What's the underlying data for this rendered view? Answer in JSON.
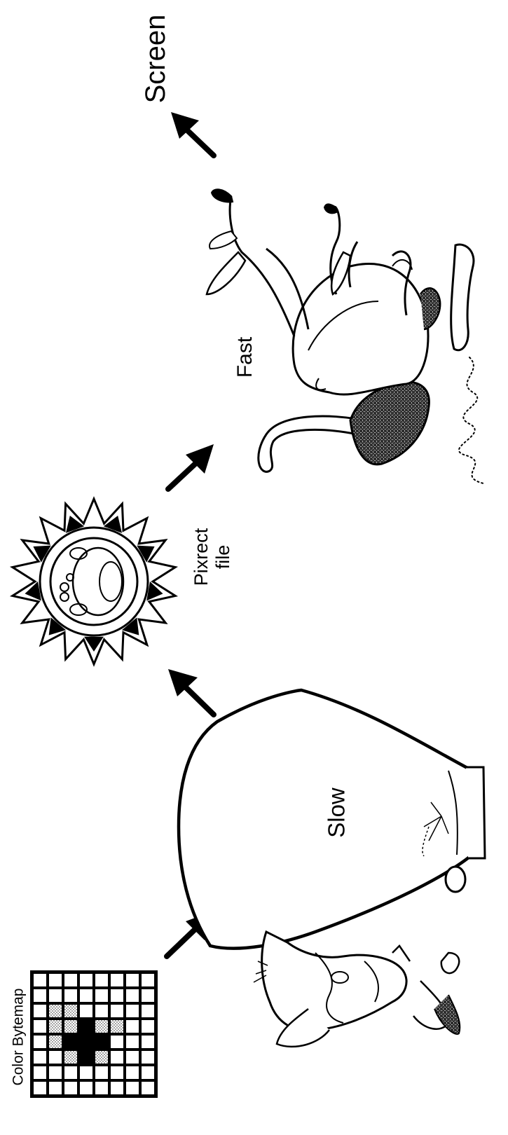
{
  "labels": {
    "screen": "Screen",
    "fast": "Fast",
    "pixrect_line1": "Pixrect",
    "pixrect_line2": "file",
    "slow": "Slow",
    "bytemap": "Color Bytemap"
  },
  "bytemap_grid": {
    "rows": 8,
    "cols": 8,
    "cells_black": [
      [
        3,
        3
      ],
      [
        4,
        2
      ],
      [
        4,
        3
      ],
      [
        4,
        4
      ],
      [
        5,
        3
      ]
    ],
    "cells_dotted": [
      [
        2,
        1
      ],
      [
        2,
        2
      ],
      [
        3,
        1
      ],
      [
        3,
        2
      ],
      [
        3,
        4
      ],
      [
        3,
        5
      ],
      [
        4,
        1
      ],
      [
        5,
        2
      ],
      [
        5,
        4
      ]
    ]
  },
  "colors": {
    "ink": "#000000",
    "paper": "#ffffff",
    "dot": "#9a9a9a"
  }
}
